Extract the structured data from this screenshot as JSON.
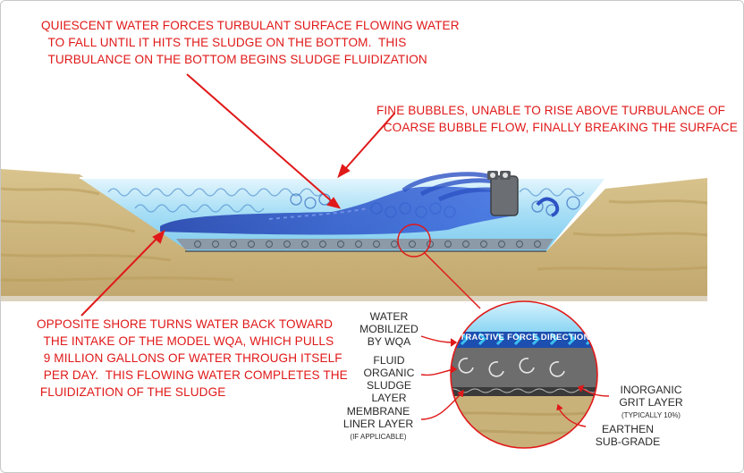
{
  "callouts": {
    "top_left": "QUIESCENT WATER FORCES TURBULANT SURFACE FLOWING WATER\n  TO FALL UNTIL IT HITS THE SLUDGE ON THE BOTTOM.  THIS\n  TURBULANCE ON THE BOTTOM BEGINS SLUDGE FLUIDIZATION",
    "top_right": "FINE BUBBLES, UNABLE TO RISE ABOVE TURBULANCE OF\n  COARSE BUBBLE FLOW, FINALLY BREAKING THE SURFACE",
    "bottom_left": "OPPOSITE SHORE TURNS WATER BACK TOWARD\n  THE INTAKE OF THE MODEL WQA, WHICH PULLS\n  9 MILLION GALLONS OF WATER THROUGH ITSELF\n  PER DAY.  THIS FLOWING WATER COMPLETES THE\n FLUIDIZATION OF THE SLUDGE"
  },
  "detail": {
    "banner": "TRACTIVE FORCE DIRECTION",
    "water": "WATER\nMOBILIZED\nBY WQA",
    "sludge": "FLUID\nORGANIC\nSLUDGE\nLAYER",
    "membrane": "MEMBRANE\nLINER LAYER",
    "membrane_note": "(IF APPLICABLE)",
    "grit": "INORGANIC\nGRIT LAYER",
    "grit_note": "(TYPICALLY 10%)",
    "earthen": "EARTHEN\nSUB-GRADE"
  },
  "colors": {
    "callout_red": "#e01919",
    "water_light": "#bfe9fb",
    "water_flow": "#2747b8",
    "soil": "#c9b27a",
    "sludge": "#6e6e6e"
  }
}
